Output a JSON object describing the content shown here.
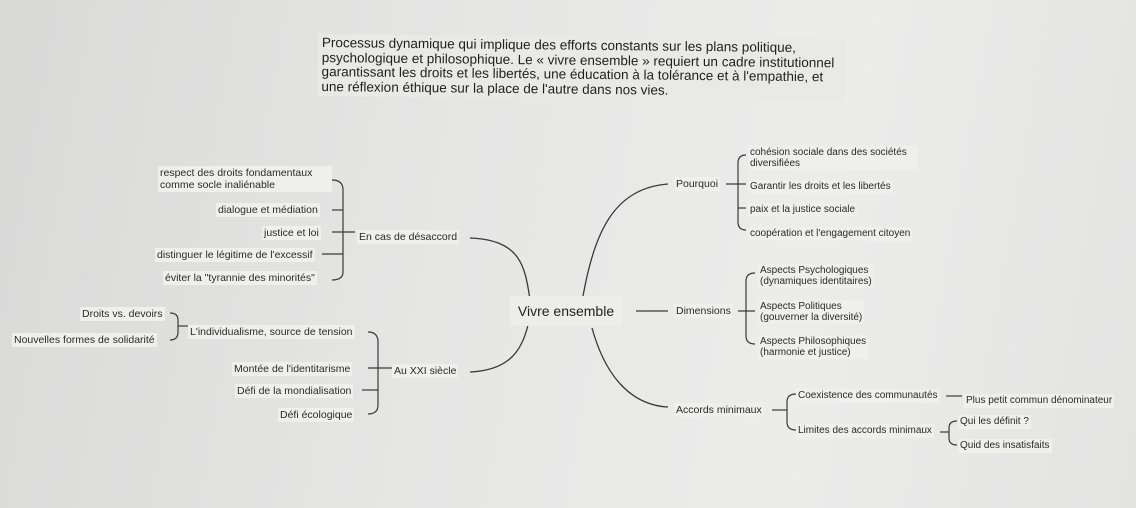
{
  "intro_text": "Processus dynamique qui implique des efforts constants sur les plans politique, psychologique et philosophique. Le « vivre ensemble » requiert un cadre institutionnel garantissant les droits et les libertés, une éducation à la tolérance et à l'empathie, et une réflexion éthique sur la place de l'autre dans nos vies.",
  "center": "Vivre ensemble",
  "left": {
    "desaccord": {
      "label": "En cas de désaccord",
      "items": [
        "respect des droits fondamentaux comme socle inaliénable",
        "dialogue et médiation",
        "justice et loi",
        "distinguer le légitime de l'excessif",
        "éviter la \"tyrannie des minorités\""
      ]
    },
    "xxi": {
      "label": "Au XXI siècle",
      "items": [
        "L'individualisme, source de tension",
        "Montée de l'identitarisme",
        "Défi de la mondialisation",
        "Défi écologique"
      ],
      "individualisme_sub": [
        "Droits vs. devoirs",
        "Nouvelles formes de solidarité"
      ]
    }
  },
  "right": {
    "pourquoi": {
      "label": "Pourquoi",
      "items": [
        "cohésion sociale dans des sociétés diversifiées",
        "Garantir les droits et les libertés",
        "paix et la justice sociale",
        "coopération et l'engagement citoyen"
      ]
    },
    "dimensions": {
      "label": "Dimensions",
      "items": [
        {
          "title": "Aspects Psychologiques",
          "sub": "(dynamiques identitaires)"
        },
        {
          "title": "Aspects Politiques",
          "sub": "(gouverner la diversité)"
        },
        {
          "title": "Aspects Philosophiques",
          "sub": "(harmonie et justice)"
        }
      ]
    },
    "accords": {
      "label": "Accords minimaux",
      "coexistence": "Coexistence des communautés",
      "coexistence_sub": "Plus petit commun dénominateur",
      "limites": "Limites des accords minimaux",
      "limites_sub": [
        "Qui les définit ?",
        "Quid des insatisfaits"
      ]
    }
  }
}
